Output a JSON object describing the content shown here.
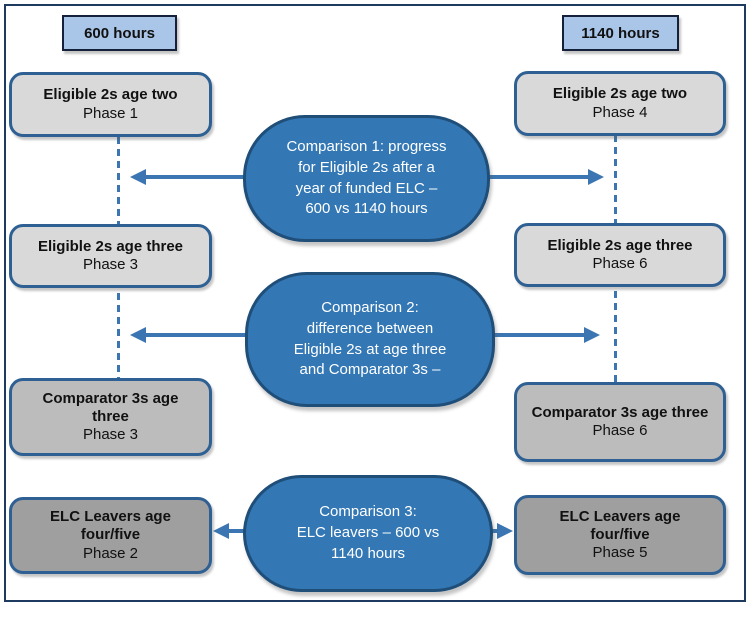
{
  "diagram": {
    "left_column": {
      "header": "600 hours",
      "boxes": [
        {
          "title": "Eligible 2s age two",
          "phase": "Phase 1"
        },
        {
          "title": "Eligible 2s age three",
          "phase": "Phase 3"
        },
        {
          "title": "Comparator 3s age three",
          "phase": "Phase 3"
        },
        {
          "title": "ELC Leavers age four/five",
          "phase": "Phase 2"
        }
      ]
    },
    "right_column": {
      "header": "1140 hours",
      "boxes": [
        {
          "title": "Eligible 2s age two",
          "phase": "Phase 4"
        },
        {
          "title": "Eligible 2s age three",
          "phase": "Phase 6"
        },
        {
          "title": "Comparator 3s age three",
          "phase": "Phase 6"
        },
        {
          "title": "ELC Leavers age four/five",
          "phase": "Phase 5"
        }
      ]
    },
    "comparisons": [
      {
        "lines": [
          "Comparison 1: progress",
          "for Eligible 2s after a",
          "year of funded ELC –",
          "600 vs 1140 hours"
        ]
      },
      {
        "lines": [
          "Comparison 2:",
          "difference between",
          "Eligible 2s at age three",
          "and Comparator 3s –"
        ]
      },
      {
        "lines": [
          "Comparison 3:",
          "ELC leavers – 600 vs",
          "1140 hours"
        ]
      }
    ],
    "colors": {
      "accent_blue": "#3377b4",
      "oval_border": "#1f4e79",
      "box_border": "#2e6093",
      "arrow_blue": "#3b76b2",
      "header_fill": "#a9c5e8",
      "box_gray_light": "#d9d9d9",
      "box_gray_mid": "#bcbcbc",
      "box_gray_dark": "#9f9f9f",
      "frame_border": "#1f3a5f"
    }
  }
}
